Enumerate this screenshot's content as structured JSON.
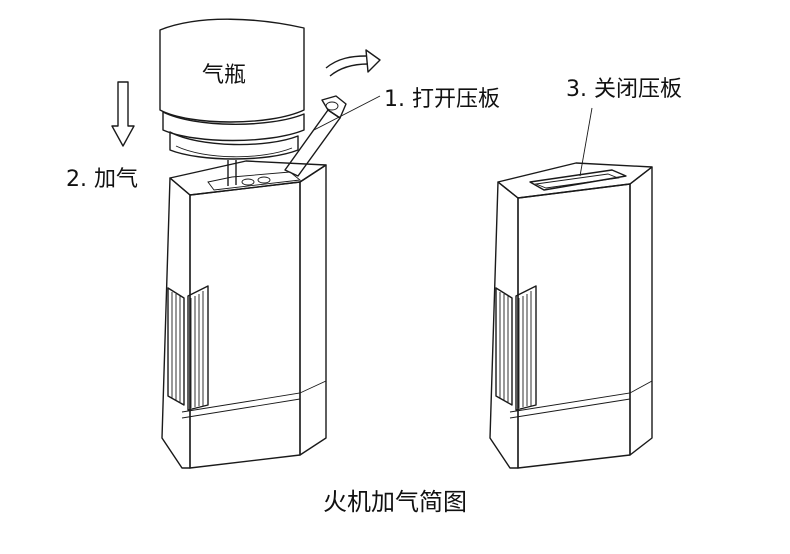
{
  "diagram": {
    "caption": "火机加气简图",
    "bottle_label": "气瓶",
    "steps": {
      "open_plate": "1. 打开压板",
      "refill": "2. 加气",
      "close_plate": "3. 关闭压板"
    }
  }
}
